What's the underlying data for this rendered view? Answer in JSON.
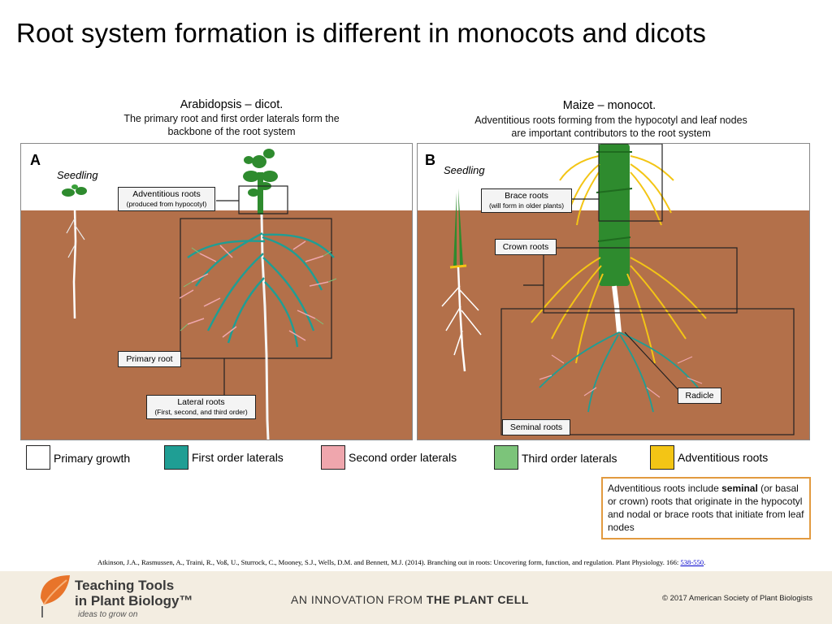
{
  "title": "Root system formation is different in monocots and dicots",
  "panels": {
    "left": {
      "heading": "Arabidopsis – dicot.",
      "description": "The primary root and first order laterals form the backbone of the root system",
      "letter": "A",
      "seedling": "Seedling",
      "callouts": {
        "adventitious": {
          "title": "Adventitious roots",
          "sub": "(produced from hypocotyl)"
        },
        "primary": {
          "title": "Primary root"
        },
        "lateral": {
          "title": "Lateral roots",
          "sub": "(First, second, and third order)"
        }
      }
    },
    "right": {
      "heading": "Maize – monocot.",
      "description": "Adventitious roots forming from the hypocotyl and leaf nodes are important contributors to the root system",
      "letter": "B",
      "seedling": "Seedling",
      "callouts": {
        "brace": {
          "title": "Brace roots",
          "sub": "(will form in older plants)"
        },
        "crown": {
          "title": "Crown roots"
        },
        "radicle": {
          "title": "Radicle"
        },
        "seminal": {
          "title": "Seminal roots"
        }
      }
    }
  },
  "colors": {
    "soil": "#b3704a",
    "sky": "#ffffff",
    "primary_growth": "#ffffff",
    "first_order": "#1f9e94",
    "second_order": "#efa6ad",
    "third_order": "#7cc47a",
    "adventitious": "#f3c515",
    "leaf": "#2e8b2e",
    "note_border": "#e29a3f"
  },
  "legend": [
    {
      "label": "Primary growth",
      "color": "#ffffff"
    },
    {
      "label": "First order laterals",
      "color": "#1f9e94"
    },
    {
      "label": "Second order laterals",
      "color": "#efa6ad"
    },
    {
      "label": "Third order laterals",
      "color": "#7cc47a"
    },
    {
      "label": "Adventitious roots",
      "color": "#f3c515"
    }
  ],
  "note": {
    "pre": "Adventitious roots include ",
    "bold": "seminal",
    "post": " (or basal or crown) roots that originate in the hypocotyl and nodal or brace roots that initiate from leaf nodes"
  },
  "citation": {
    "text": "Atkinson, J.A., Rasmussen, A., Traini, R., Voß, U., Sturrock, C., Mooney, S.J., Wells, D.M. and Bennett, M.J. (2014). Branching out in roots: Uncovering form, function, and regulation. Plant Physiology. 166: ",
    "link": "538-550",
    "end": "."
  },
  "footer": {
    "logo_line1": "Teaching Tools",
    "logo_line2": "in Plant Biology™",
    "tagline": "ideas to grow on",
    "innovation_pre": "AN INNOVATION FROM ",
    "innovation_bold": "THE PLANT CELL",
    "copyright": "© 2017 American Society of Plant Biologists"
  }
}
